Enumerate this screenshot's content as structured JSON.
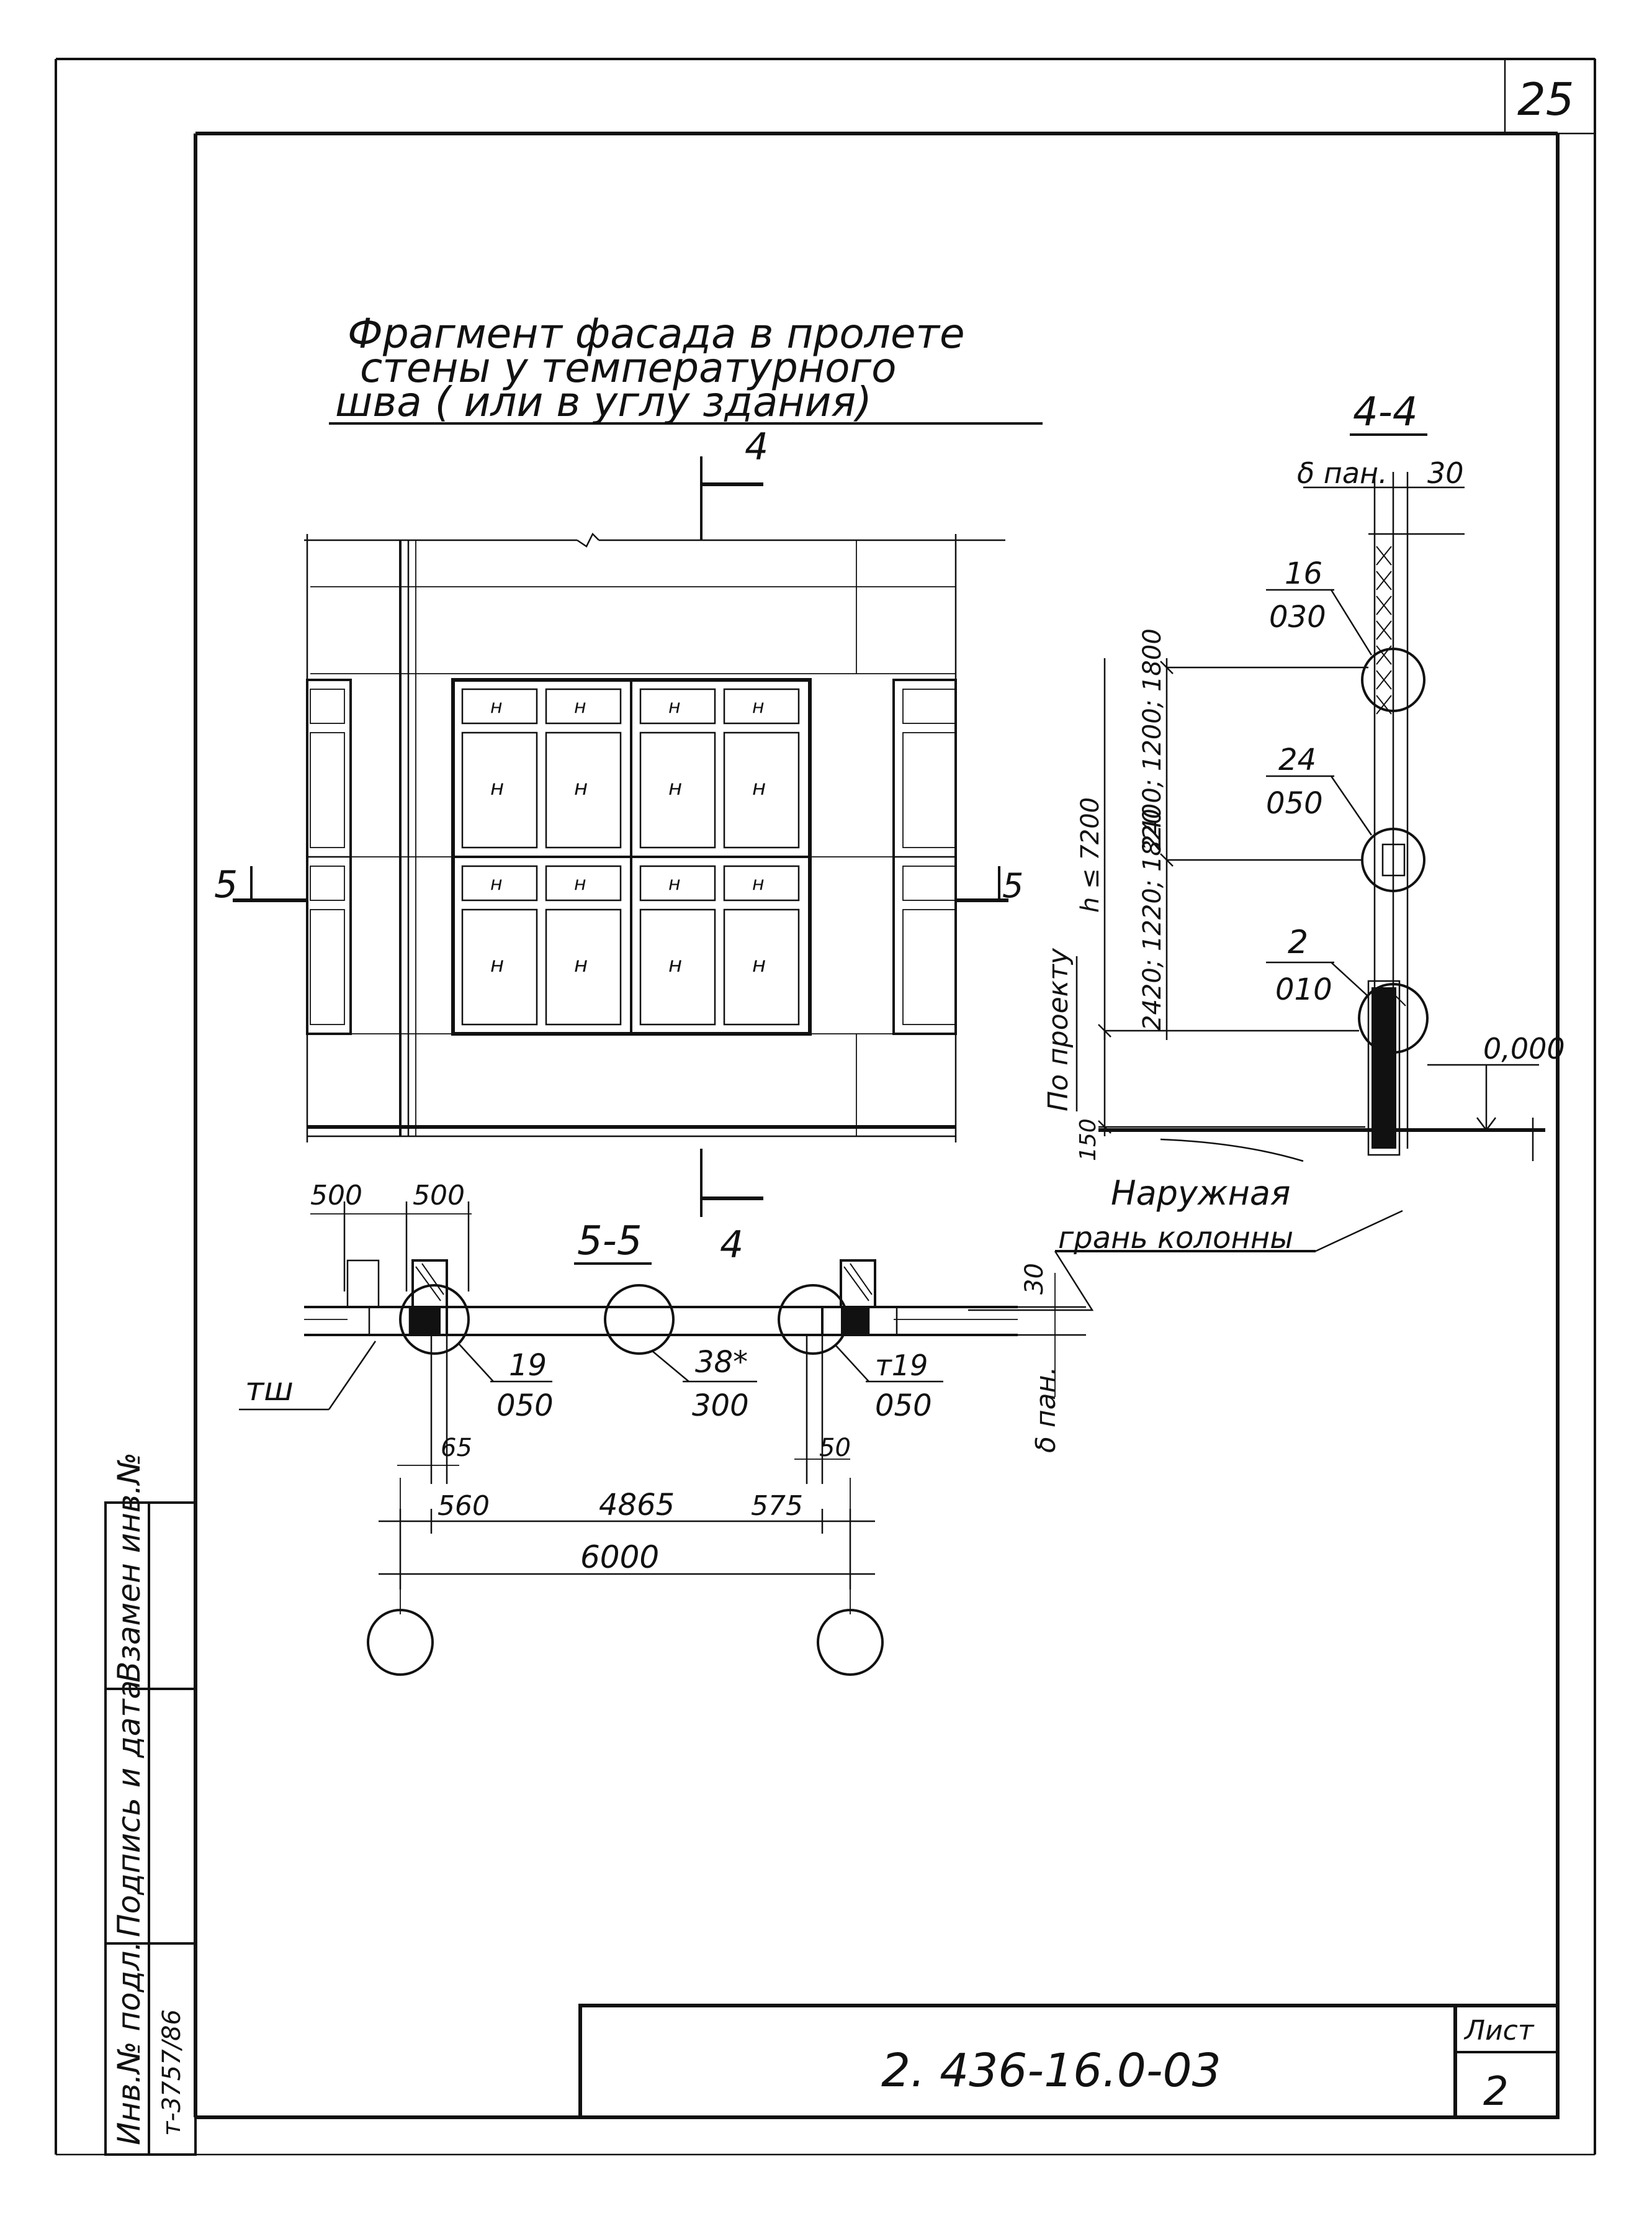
{
  "page_number": "25",
  "title": {
    "line1": "Фрагмент   фасада   в пролете",
    "line2": "стены   у   температурного",
    "line3": "шва  ( или  в    углу  здания)"
  },
  "cut_marks": {
    "section_4_top": "4",
    "section_4_bottom": "4",
    "section_5_left": "5",
    "section_5_right": "5"
  },
  "window_marks": [
    "н",
    "н",
    "н",
    "н",
    "н",
    "н",
    "н",
    "н",
    "н",
    "н",
    "н",
    "н",
    "н",
    "н",
    "н",
    "н"
  ],
  "plan_5_5": {
    "label": "5-5",
    "dim_500_left": "500",
    "dim_500_right": "500",
    "dim_30": "30",
    "dim_b_pan": "δ пан.",
    "dim_65": "65",
    "dim_50": "50",
    "dim_560": "560",
    "dim_4865": "4865",
    "dim_575": "575",
    "dim_6000": "6000",
    "callout_tsh": "тш",
    "callout_19_num": "19",
    "callout_19_den": "050",
    "callout_38_num": "38*",
    "callout_38_den": "300",
    "callout_m19_num": "т19",
    "callout_m19_den": "050"
  },
  "section_4_4": {
    "label": "4-4",
    "dim_b_pan": "δ пан.",
    "dim_30": "30",
    "callout_16_num": "16",
    "callout_16_den": "030",
    "callout_24_num": "24",
    "callout_24_den": "050",
    "callout_2_num": "2",
    "callout_2_den": "010",
    "dim_heights_upper": "2400; 1200; 1800",
    "dim_h": "h ≤ 7200",
    "dim_heights_lower": "2420; 1220; 1820",
    "dim_po_proektu": "По проекту",
    "dim_150": "150",
    "level_mark": "0,000",
    "note_line1": "Наружная",
    "note_line2": "грань колонны"
  },
  "side_stamp": {
    "inv_no": "Инв.№ подл.",
    "sign_date": "Подпись и дата",
    "replace_inv": "Взамен инв.№",
    "inv_value": "т-3757/86"
  },
  "title_block": {
    "code": "2. 436-16.0-03",
    "sheet_label": "Лист",
    "sheet_value": "2"
  }
}
